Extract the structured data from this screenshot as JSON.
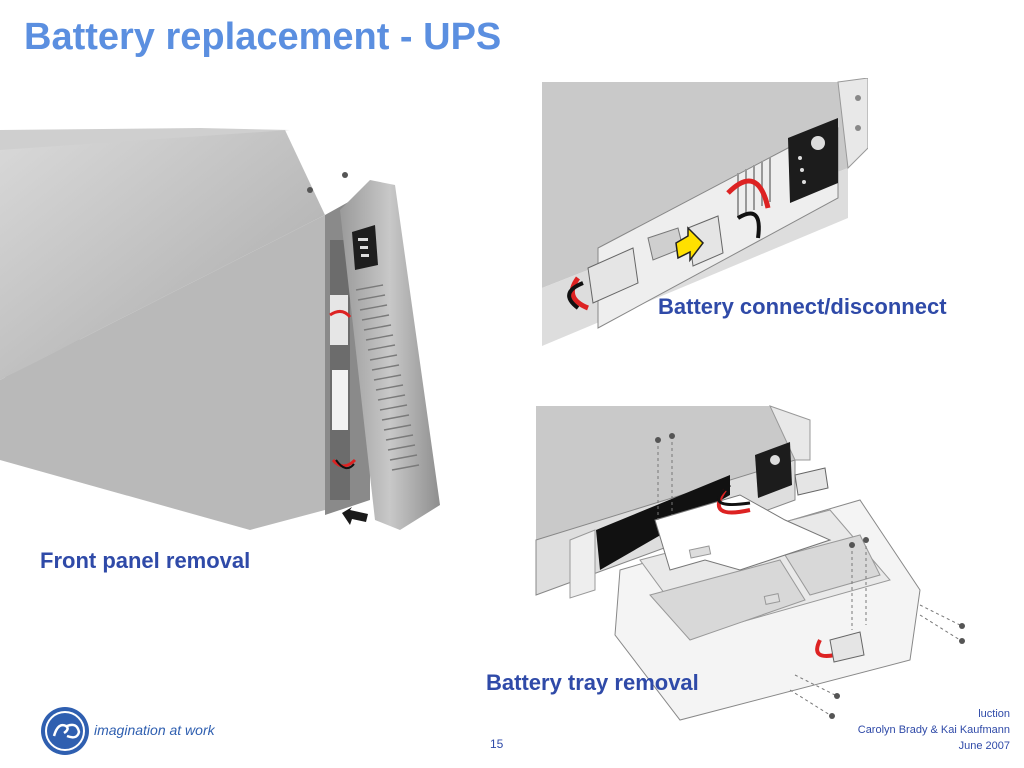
{
  "slide": {
    "title": "Battery replacement - UPS",
    "page_number": "15"
  },
  "captions": {
    "connect": "Battery connect/disconnect",
    "front_panel": "Front panel removal",
    "tray": "Battery tray removal"
  },
  "footer": {
    "line1": "luction",
    "line2": "Carolyn Brady & Kai Kaufmann",
    "line3": "June 2007",
    "logo_tagline": "imagination at work"
  },
  "colors": {
    "title": "#5b8fe0",
    "caption": "#2f4aa8",
    "brand_blue": "#2f5fb0"
  }
}
